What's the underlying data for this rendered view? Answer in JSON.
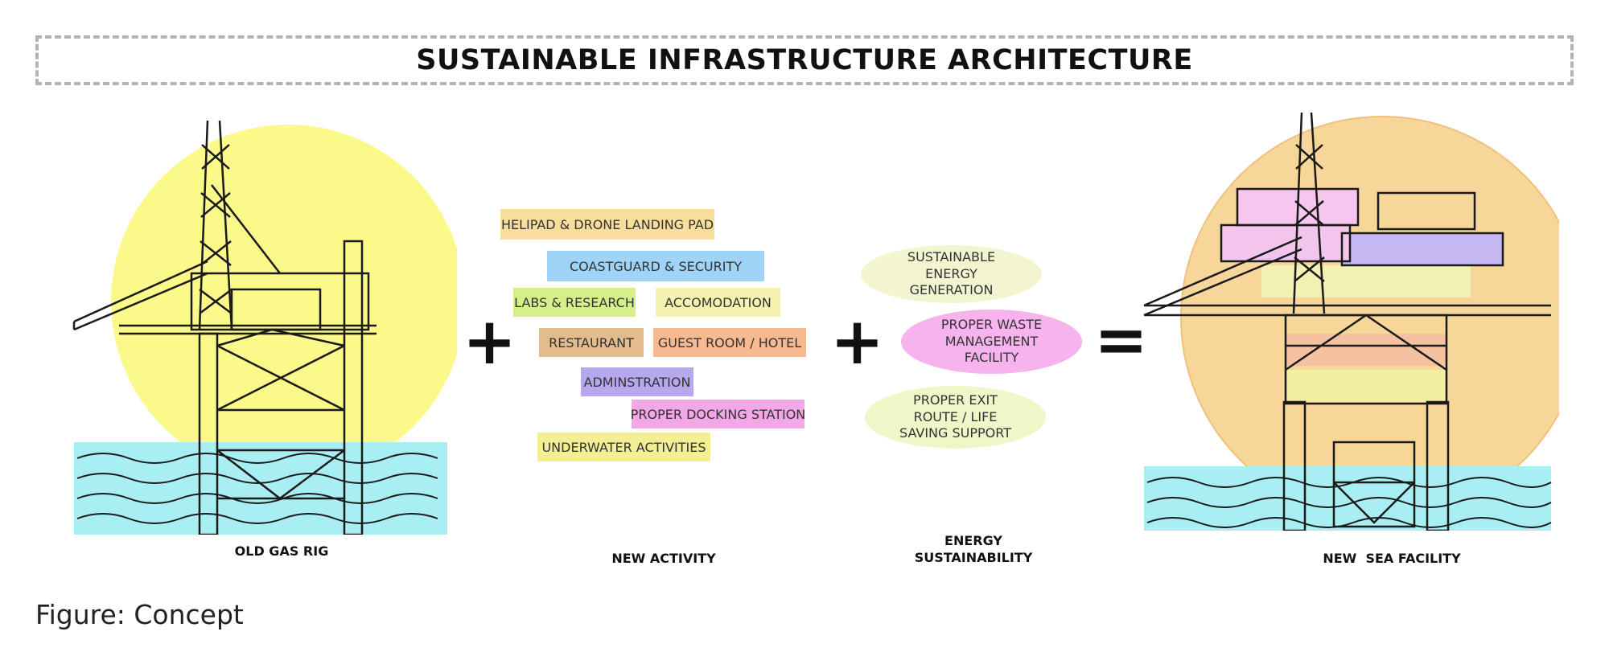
{
  "title": "SUSTAINABLE INFRASTRUCTURE ARCHITECTURE",
  "operators": {
    "plus_1": "+",
    "plus_2": "+",
    "equals": "="
  },
  "activities": [
    {
      "label": "HELIPAD & DRONE LANDING PAD",
      "color": "#f9dd9c"
    },
    {
      "label": "COASTGUARD & SECURITY",
      "color": "#9fd3f7"
    },
    {
      "label": "LABS & RESEARCH",
      "color": "#d5ef8a"
    },
    {
      "label": "ACCOMODATION",
      "color": "#f5f2b0"
    },
    {
      "label": "RESTAURANT",
      "color": "#e2bc8c"
    },
    {
      "label": "GUEST ROOM / HOTEL",
      "color": "#f7ba90"
    },
    {
      "label": "ADMINSTRATION",
      "color": "#b6a7ef"
    },
    {
      "label": "PROPER DOCKING STATION",
      "color": "#f2a7e6"
    },
    {
      "label": "UNDERWATER ACTIVITIES",
      "color": "#f4ef94"
    }
  ],
  "energy": [
    {
      "label": "SUSTAINABLE ENERGY GENERATION",
      "color": "#f2f5cf"
    },
    {
      "label": "PROPER WASTE MANAGEMENT FACILITY",
      "color": "#f7b3ee"
    },
    {
      "label": "PROPER EXIT ROUTE / LIFE SAVING SUPPORT",
      "color": "#f1f6c8"
    }
  ],
  "captions": {
    "old_rig": "OLD GAS RIG",
    "new_activity": "NEW ACTIVITY",
    "energy": "ENERGY SUSTAINABILITY",
    "new_facility": "NEW  SEA FACILITY"
  },
  "figure_caption": "Figure: Concept",
  "colors": {
    "sun_yellow": "#fbf98a",
    "sun_orange": "#f7d69a",
    "water": "#a8eef2",
    "dashed_border": "#b3b3b3"
  }
}
